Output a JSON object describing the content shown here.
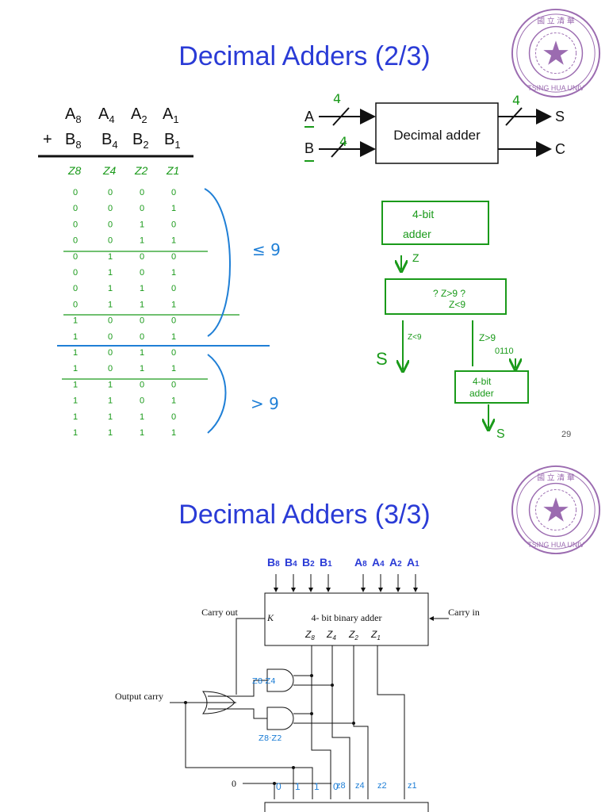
{
  "slide1": {
    "title": "Decimal Adders (2/3)",
    "page_number": "29",
    "addition": {
      "plus": "+",
      "row_a": [
        "A",
        "A",
        "A",
        "A"
      ],
      "row_a_sub": [
        "8",
        "4",
        "2",
        "1"
      ],
      "row_b": [
        "B",
        "B",
        "B",
        "B"
      ],
      "row_b_sub": [
        "8",
        "4",
        "2",
        "1"
      ]
    },
    "truth_table": {
      "headers": [
        "Z8",
        "Z4",
        "Z2",
        "Z1"
      ],
      "rows": [
        [
          "0",
          "0",
          "0",
          "0"
        ],
        [
          "0",
          "0",
          "0",
          "1"
        ],
        [
          "0",
          "0",
          "1",
          "0"
        ],
        [
          "0",
          "0",
          "1",
          "1"
        ],
        [
          "0",
          "1",
          "0",
          "0"
        ],
        [
          "0",
          "1",
          "0",
          "1"
        ],
        [
          "0",
          "1",
          "1",
          "0"
        ],
        [
          "0",
          "1",
          "1",
          "1"
        ],
        [
          "1",
          "0",
          "0",
          "0"
        ],
        [
          "1",
          "0",
          "0",
          "1"
        ],
        [
          "1",
          "0",
          "1",
          "0"
        ],
        [
          "1",
          "0",
          "1",
          "1"
        ],
        [
          "1",
          "1",
          "0",
          "0"
        ],
        [
          "1",
          "1",
          "0",
          "1"
        ],
        [
          "1",
          "1",
          "1",
          "0"
        ],
        [
          "1",
          "1",
          "1",
          "1"
        ]
      ],
      "label_le9": "≤ 9",
      "label_gt9": "> 9"
    },
    "block_diagram": {
      "input_a": "A",
      "input_b": "B",
      "width_a": "4",
      "width_b": "4",
      "width_s": "4",
      "box_label": "Decimal adder",
      "output_s": "S",
      "output_c": "C"
    },
    "flow": {
      "adder1_line1": "4-bit",
      "adder1_line2": "adder",
      "z_label": "Z",
      "check_line1": "? Z>9 ?",
      "check_line2": "Z<9",
      "branch_left": "Z<9",
      "branch_right": "Z>9",
      "out_left": "S",
      "const_0110": "0110",
      "adder2_line1": "4-bit",
      "adder2_line2": "adder",
      "out_right": "S"
    }
  },
  "slide2": {
    "title": "Decimal Adders (3/3)",
    "inputs_b": [
      "B8",
      "B4",
      "B2",
      "B1"
    ],
    "inputs_a": [
      "A8",
      "A4",
      "A2",
      "A1"
    ],
    "adder_label": "4- bit binary adder",
    "k_label": "K",
    "z_outputs": [
      "Z8",
      "Z4",
      "Z2",
      "Z1"
    ],
    "carry_out": "Carry out",
    "carry_in": "Carry in",
    "output_carry": "Output carry",
    "gate1_note": "Z8·Z4",
    "gate2_note": "Z8·Z2",
    "zero_label": "0",
    "bottom_bits": [
      "0",
      "1",
      "1",
      "0"
    ],
    "bottom_z": [
      "Z8",
      "Z4",
      "Z2",
      "Z1"
    ]
  },
  "colors": {
    "title_blue": "#2a3bd6",
    "hand_green": "#1a9a1a",
    "hand_blue": "#1f7fd6",
    "seal_purple": "#9b6bb0"
  }
}
